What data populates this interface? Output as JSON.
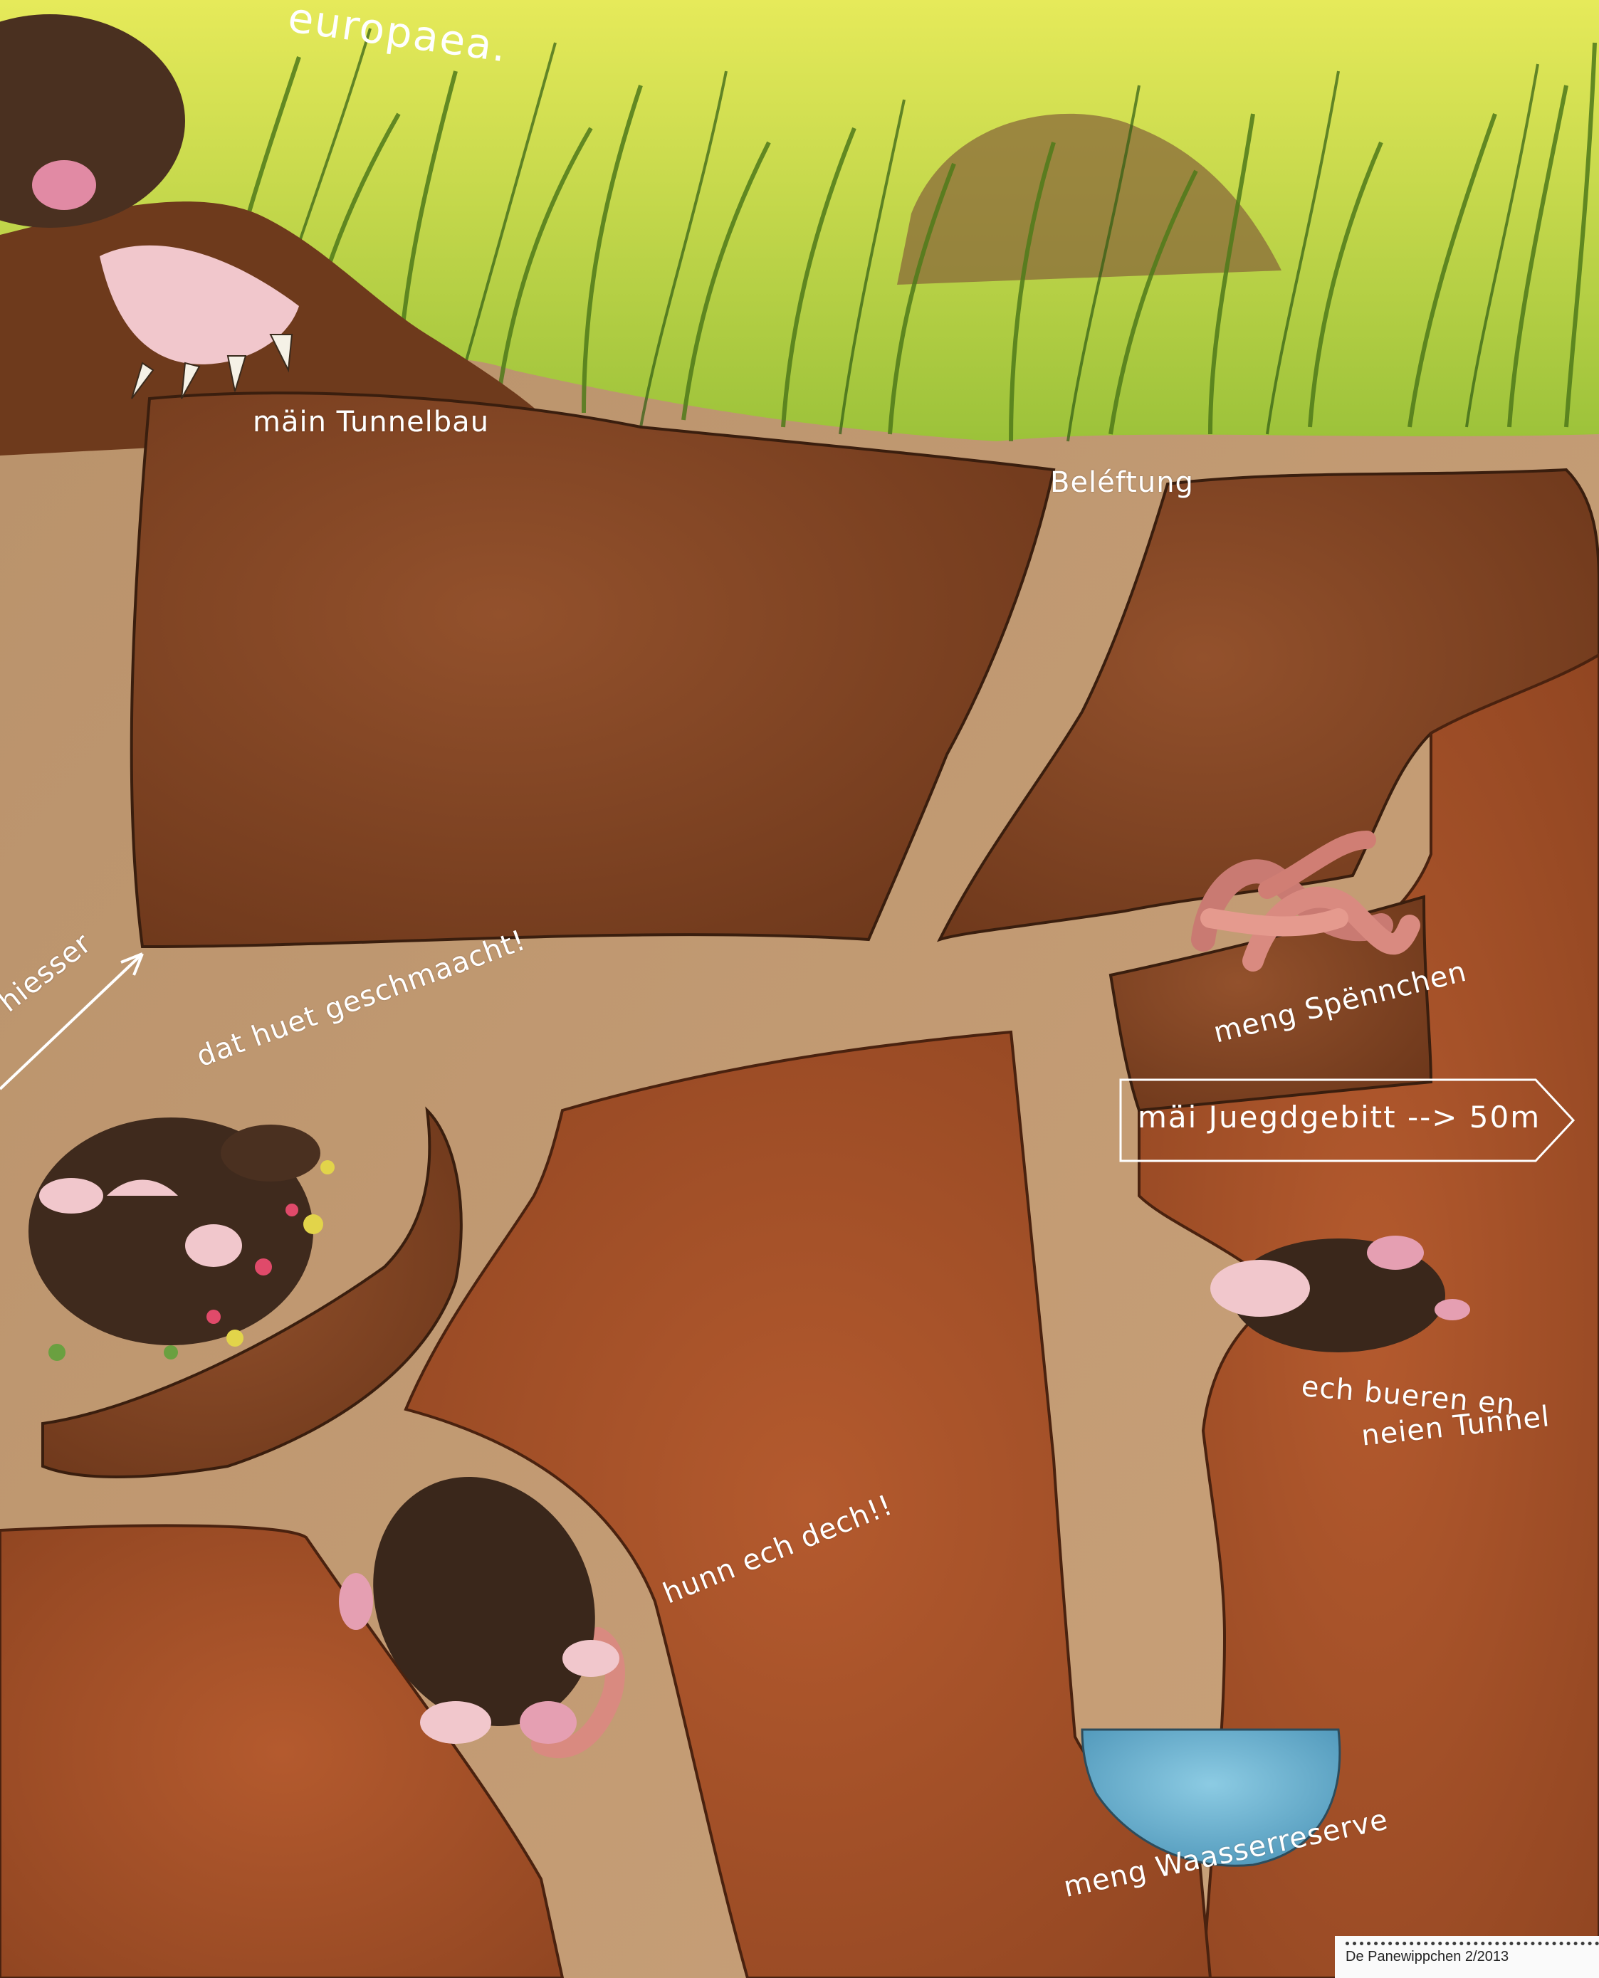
{
  "title_fragment": "europaea.",
  "labels": {
    "tunnel_building": "mäin Tunnelbau",
    "ventilation": "Beléftung",
    "mole_catcher_partial": "hiesser",
    "it_tasted_good": "dat huet geschmaacht!",
    "my_pantry": "meng Spënnchen",
    "hunting_ground_sign": "mäi Juegdgebitt --> 50m",
    "digging_new_tunnel_line1": "ech bueren en",
    "digging_new_tunnel_line2": "neien Tunnel",
    "got_you": "hunn ech dech!!",
    "water_reserve": "meng Waasserreserve"
  },
  "footer": {
    "credit": "De Panewippchen 2/2013"
  },
  "colors": {
    "grass": "#a9c63a",
    "soil_dark": "#7a3f1f",
    "soil_red": "#9e4a26",
    "tunnel": "#c29a70",
    "water": "#6fb1cf",
    "mole_fur": "#3b2a1e",
    "mole_pink": "#e8a3b0",
    "label": "#ffffff"
  }
}
